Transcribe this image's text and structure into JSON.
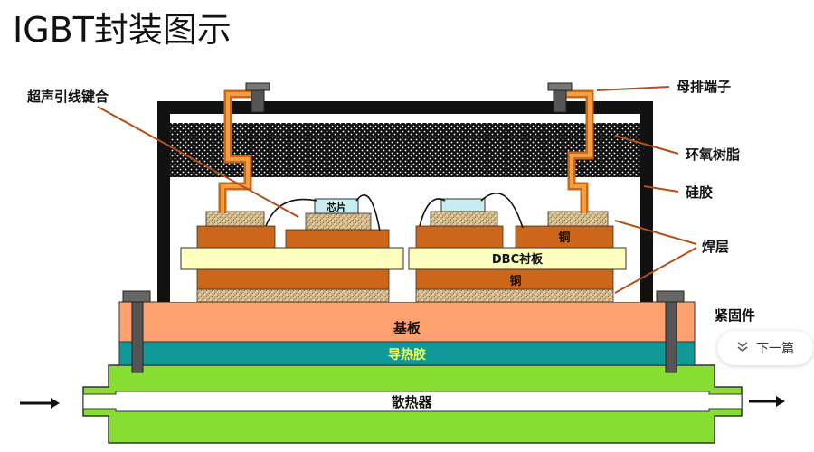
{
  "title": "IGBT封装图示",
  "labels": {
    "bond_wire": "超声引线键合",
    "busbar": "母排端子",
    "epoxy": "环氧树脂",
    "silicone": "硅胶",
    "solder": "焊层",
    "fastener": "紧固件",
    "chip": "芯片",
    "copper_top": "铜",
    "dbc": "DBC衬板",
    "copper_bottom": "铜",
    "baseplate": "基板",
    "thermal_paste": "导热胶",
    "heatsink": "散热器"
  },
  "next_button": {
    "label": "下一篇",
    "icon": "double-chevron-down-icon"
  },
  "colors": {
    "copper": "#cc661a",
    "solder": "#d9c9a0",
    "dbc": "#ffffc0",
    "baseplate": "#ffa070",
    "thermal_paste": "#119999",
    "thermal_paste_text": "#ffff55",
    "heatsink": "#88dd33",
    "chip": "#c8ecf0",
    "bolt": "#555555",
    "callout_line": "#b3501a"
  }
}
